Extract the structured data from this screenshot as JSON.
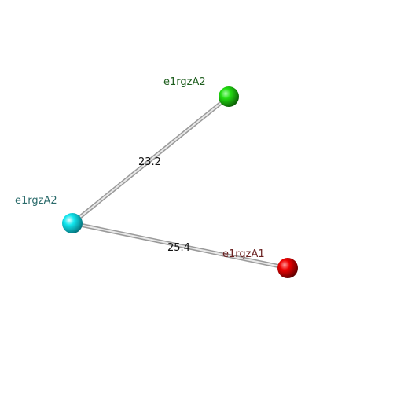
{
  "nodes": [
    {
      "id": "green",
      "label": "e1rgzA2",
      "color": "#22cc11",
      "label_color": "#1f5f1f"
    },
    {
      "id": "cyan",
      "label": "e1rgzA2",
      "color": "#11dde8",
      "label_color": "#2a6a6a"
    },
    {
      "id": "red",
      "label": "e1rgzA1",
      "color": "#ee0000",
      "label_color": "#6a2020"
    }
  ],
  "edges": [
    {
      "from": "cyan",
      "to": "green",
      "label": "23.2"
    },
    {
      "from": "cyan",
      "to": "red",
      "label": "25.4"
    }
  ]
}
